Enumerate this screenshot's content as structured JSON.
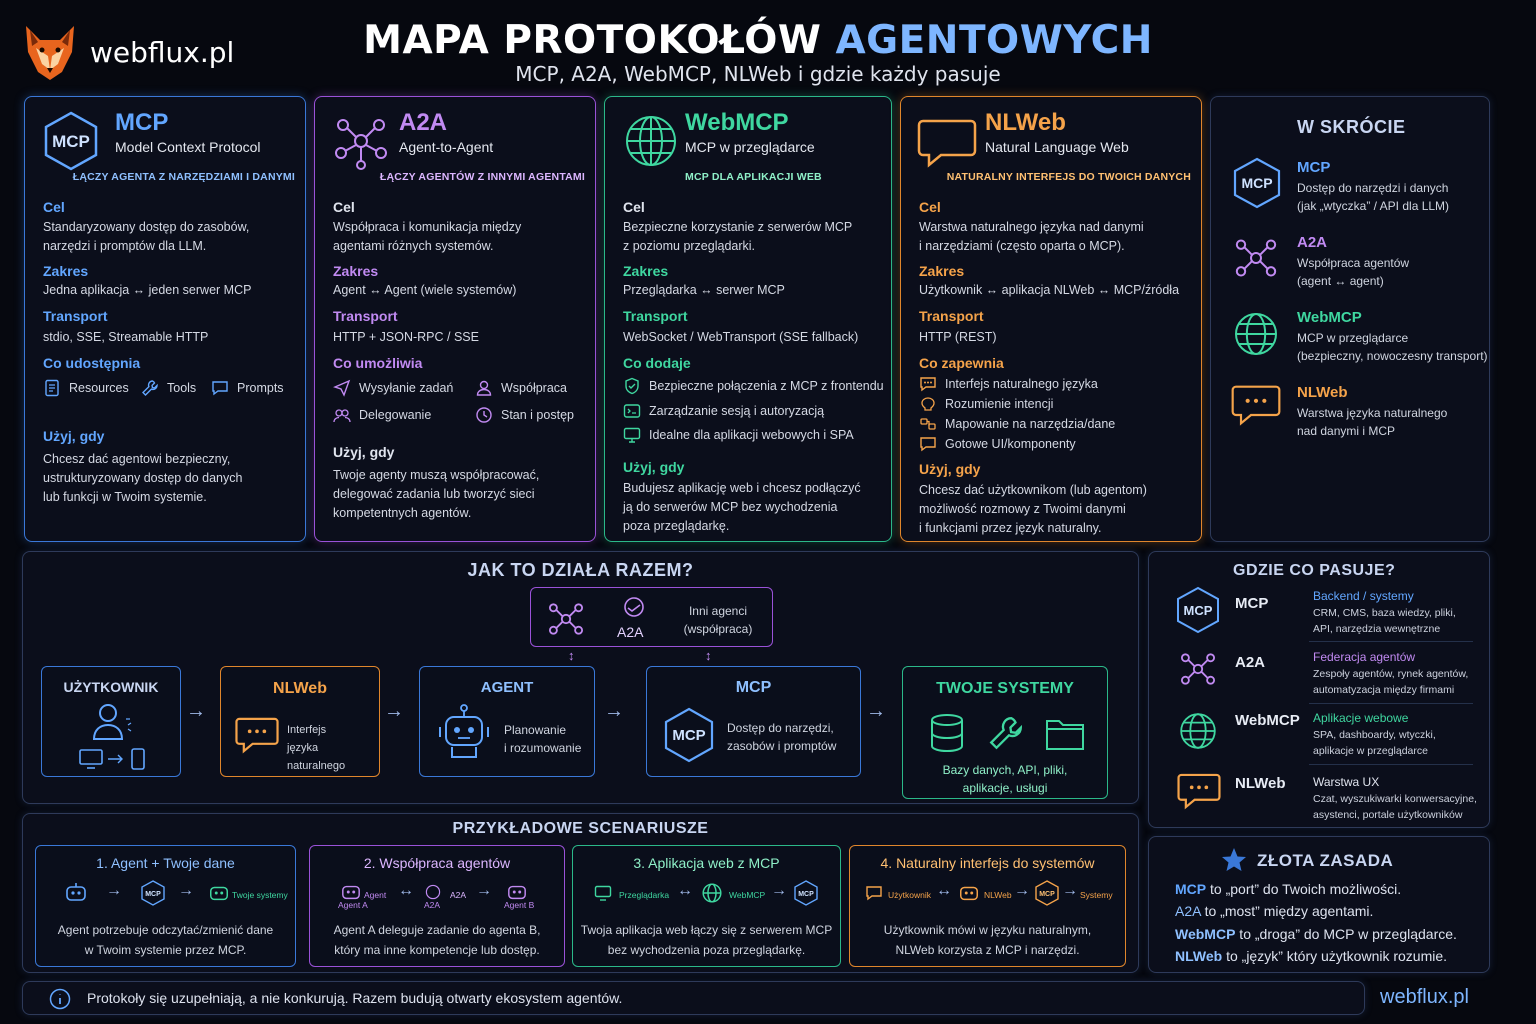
{
  "brand": "webflux.pl",
  "title_main": "MAPA PROTOKOŁÓW",
  "title_accent": "AGENTOWYCH",
  "subtitle": "MCP, A2A, WebMCP, NLWeb i gdzie każdy pasuje",
  "colors": {
    "mcp": "#3a78d8",
    "a2a": "#9a52d8",
    "webmcp": "#2bb889",
    "nlweb": "#e0862c"
  },
  "cards": {
    "mcp": {
      "icon_label": "MCP",
      "title": "MCP",
      "subtitle": "Model Context Protocol",
      "tag": "ŁĄCZY AGENTA Z NARZĘDZIAMI I DANYMI",
      "goal_h": "Cel",
      "goal": "Standaryzowany dostęp do zasobów,\nnarzędzi i promptów dla LLM.",
      "scope_h": "Zakres",
      "scope": "Jedna aplikacja ↔ jeden serwer MCP",
      "transport_h": "Transport",
      "transport": "stdio, SSE, Streamable HTTP",
      "provides_h": "Co udostępnia",
      "f1": "Resources",
      "f2": "Tools",
      "f3": "Prompts",
      "use_h": "Użyj, gdy",
      "use": "Chcesz dać agentowi bezpieczny,\nustrukturyzowany dostęp do danych\nlub funkcji w Twoim systemie."
    },
    "a2a": {
      "title": "A2A",
      "subtitle": "Agent-to-Agent",
      "tag": "ŁĄCZY AGENTÓW Z INNYMI AGENTAMI",
      "goal_h": "Cel",
      "goal": "Współpraca i komunikacja między\nagentami różnych systemów.",
      "scope_h": "Zakres",
      "scope": "Agent ↔ Agent (wiele systemów)",
      "transport_h": "Transport",
      "transport": "HTTP + JSON-RPC / SSE",
      "enables_h": "Co umożliwia",
      "f1": "Wysyłanie zadań",
      "f2": "Współpraca",
      "f3": "Delegowanie",
      "f4": "Stan i postęp",
      "use_h": "Użyj, gdy",
      "use": "Twoje agenty muszą współpracować,\ndelegować zadania lub tworzyć sieci\nkompetentnych agentów."
    },
    "webmcp": {
      "title": "WebMCP",
      "subtitle": "MCP w przeglądarce",
      "tag": "MCP DLA APLIKACJI WEB",
      "goal_h": "Cel",
      "goal": "Bezpieczne korzystanie z serwerów MCP\nz poziomu przeglądarki.",
      "scope_h": "Zakres",
      "scope": "Przeglądarka ↔ serwer MCP",
      "transport_h": "Transport",
      "transport": "WebSocket / WebTransport (SSE fallback)",
      "adds_h": "Co dodaje",
      "f1": "Bezpieczne połączenia z MCP z frontendu",
      "f2": "Zarządzanie sesją i autoryzacją",
      "f3": "Idealne dla aplikacji webowych i SPA",
      "use_h": "Użyj, gdy",
      "use": "Budujesz aplikację web i chcesz podłączyć\nją do serwerów MCP bez wychodzenia\npoza przeglądarkę."
    },
    "nlweb": {
      "title": "NLWeb",
      "subtitle": "Natural Language Web",
      "tag": "NATURALNY INTERFEJS DO TWOICH DANYCH",
      "goal_h": "Cel",
      "goal": "Warstwa naturalnego języka nad danymi\ni narzędziami (często oparta o MCP).",
      "scope_h": "Zakres",
      "scope": "Użytkownik ↔ aplikacja NLWeb ↔ MCP/źródła",
      "transport_h": "Transport",
      "transport": "HTTP (REST)",
      "ensures_h": "Co zapewnia",
      "f1": "Interfejs naturalnego języka",
      "f2": "Rozumienie intencji",
      "f3": "Mapowanie na narzędzia/dane",
      "f4": "Gotowe UI/komponenty",
      "use_h": "Użyj, gdy",
      "use": "Chcesz dać użytkownikom (lub agentom)\nmożliwość rozmowy z Twoimi danymi\ni funkcjami przez język naturalny."
    }
  },
  "summary": {
    "heading": "W SKRÓCIE",
    "items": [
      {
        "name": "MCP",
        "desc": "Dostęp do narzędzi i danych\n(jak „wtyczka” / API dla LLM)"
      },
      {
        "name": "A2A",
        "desc": "Współpraca agentów\n(agent ↔ agent)"
      },
      {
        "name": "WebMCP",
        "desc": "MCP w przeglądarce\n(bezpieczny, nowoczesny transport)"
      },
      {
        "name": "NLWeb",
        "desc": "Warstwa języka naturalnego\nnad danymi i MCP"
      }
    ]
  },
  "flow": {
    "heading": "JAK TO DZIAŁA RAZEM?",
    "a2a_label": "A2A",
    "other_agents": "Inni agenci\n(współpraca)",
    "user": "UŻYTKOWNIK",
    "nlweb": "NLWeb",
    "nlweb_desc": "Interfejs\njęzyka naturalnego",
    "agent": "AGENT",
    "agent_desc": "Planowanie\ni rozumowanie",
    "mcp": "MCP",
    "mcp_icon": "MCP",
    "mcp_desc": "Dostęp do narzędzi,\nzasobów i promptów",
    "systems": "TWOJE SYSTEMY",
    "systems_desc": "Bazy danych, API, pliki,\naplikacje, usługi"
  },
  "scenarios": {
    "heading": "PRZYKŁADOWE SCENARIUSZE",
    "items": [
      {
        "title": "1. Agent + Twoje dane",
        "desc": "Agent potrzebuje odczytać/zmienić dane\nw Twoim systemie przez MCP.",
        "mcp": "MCP",
        "sys": "Twoje systemy"
      },
      {
        "title": "2. Współpraca agentów",
        "desc": "Agent A deleguje zadanie do agenta B,\nktóry ma inne kompetencje lub dostęp.",
        "a": "Agent A",
        "a_lbl": "Agent",
        "proto": "A2A",
        "proto2": "A2A",
        "b": "Agent B"
      },
      {
        "title": "3. Aplikacja web z MCP",
        "desc": "Twoja aplikacja web łączy się z serwerem MCP\nbez wychodzenia poza przeglądarkę.",
        "browser": "Przeglądarka",
        "proto": "WebMCP",
        "mcp": "MCP"
      },
      {
        "title": "4. Naturalny interfejs do systemów",
        "desc": "Użytkownik mówi w języku naturalnym,\nNLWeb korzysta z MCP i narzędzi.",
        "user": "Użytkownik",
        "nl": "NLWeb",
        "mcp": "MCP",
        "sys": "Systemy"
      }
    ]
  },
  "where": {
    "heading": "GDZIE CO PASUJE?",
    "items": [
      {
        "name": "MCP",
        "icon": "MCP",
        "h": "Backend / systemy",
        "d": "CRM, CMS, baza wiedzy, pliki,\nAPI, narzędzia wewnętrzne"
      },
      {
        "name": "A2A",
        "h": "Federacja agentów",
        "d": "Zespoły agentów, rynek agentów,\nautomatyzacja między firmami"
      },
      {
        "name": "WebMCP",
        "h": "Aplikacje webowe",
        "d": "SPA, dashboardy, wtyczki,\naplikacje w przeglądarce"
      },
      {
        "name": "NLWeb",
        "h": "Warstwa UX",
        "d": "Czat, wyszukiwarki konwersacyjne,\nasystenci, portale użytkowników"
      }
    ]
  },
  "golden": {
    "heading": "ZŁOTA ZASADA",
    "l1a": "MCP",
    "l1b": " to „port” do Twoich możliwości.",
    "l2a": "A2A",
    "l2b": " to „most” między agentami.",
    "l3a": "WebMCP",
    "l3b": " to „droga” do MCP w przeglądarce.",
    "l4a": "NLWeb",
    "l4b": " to „język” który użytkownik rozumie."
  },
  "footer": {
    "note": "Protokoły się uzupełniają, a nie konkurują. Razem budują otwarty ekosystem agentów.",
    "brand": "webflux.pl"
  }
}
